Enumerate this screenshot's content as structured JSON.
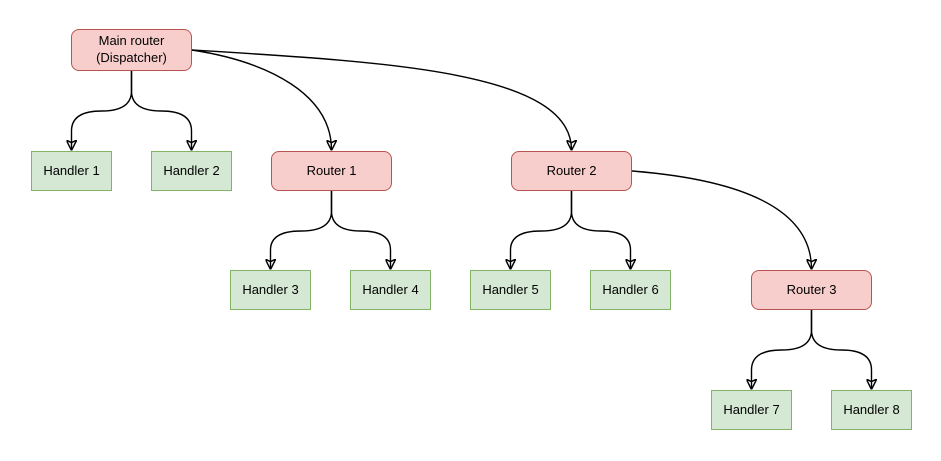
{
  "diagram": {
    "colors": {
      "background": "#ffffff",
      "router_fill": "#f8cecc",
      "router_border": "#b85450",
      "handler_fill": "#d5e8d4",
      "handler_border": "#82b366",
      "edge": "#000000",
      "text": "#000000"
    },
    "nodes": {
      "main_router": {
        "label": "Main router\n(Dispatcher)",
        "kind": "router"
      },
      "handler1": {
        "label": "Handler 1",
        "kind": "handler"
      },
      "handler2": {
        "label": "Handler 2",
        "kind": "handler"
      },
      "router1": {
        "label": "Router 1",
        "kind": "router"
      },
      "router2": {
        "label": "Router 2",
        "kind": "router"
      },
      "handler3": {
        "label": "Handler 3",
        "kind": "handler"
      },
      "handler4": {
        "label": "Handler 4",
        "kind": "handler"
      },
      "handler5": {
        "label": "Handler 5",
        "kind": "handler"
      },
      "handler6": {
        "label": "Handler 6",
        "kind": "handler"
      },
      "router3": {
        "label": "Router 3",
        "kind": "router"
      },
      "handler7": {
        "label": "Handler 7",
        "kind": "handler"
      },
      "handler8": {
        "label": "Handler 8",
        "kind": "handler"
      }
    },
    "edges": [
      {
        "from": "main_router",
        "to": "handler1"
      },
      {
        "from": "main_router",
        "to": "handler2"
      },
      {
        "from": "main_router",
        "to": "router1"
      },
      {
        "from": "main_router",
        "to": "router2"
      },
      {
        "from": "router1",
        "to": "handler3"
      },
      {
        "from": "router1",
        "to": "handler4"
      },
      {
        "from": "router2",
        "to": "handler5"
      },
      {
        "from": "router2",
        "to": "handler6"
      },
      {
        "from": "router2",
        "to": "router3"
      },
      {
        "from": "router3",
        "to": "handler7"
      },
      {
        "from": "router3",
        "to": "handler8"
      }
    ]
  }
}
